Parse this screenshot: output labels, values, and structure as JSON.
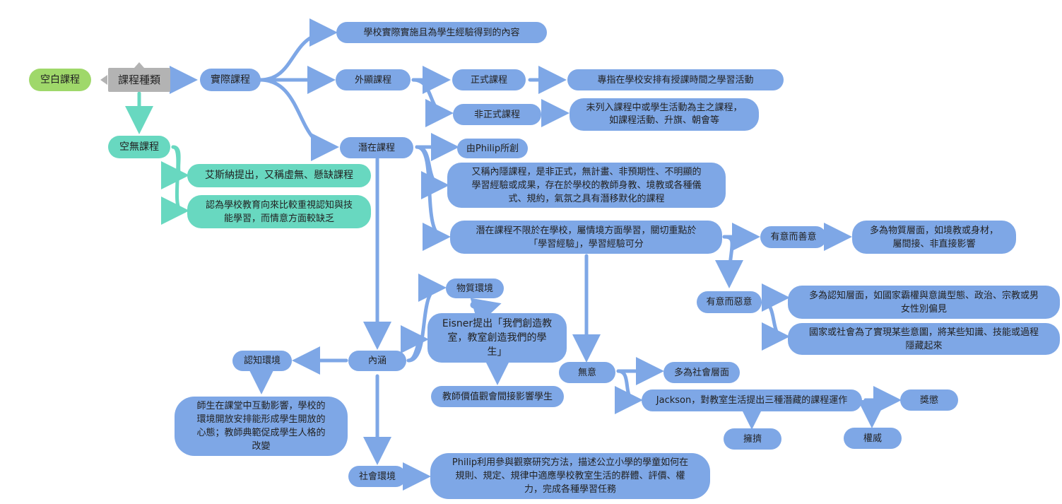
{
  "colors": {
    "blue_node": "#7ea7e6",
    "blue_link": "#7ea7e6",
    "teal_node": "#68d8c0",
    "teal_link": "#68d8c0",
    "green_node": "#9fd86a",
    "root_node": "#b3b3b3"
  },
  "nodes": {
    "root": "課程種類",
    "null_curr": "空白課程",
    "actual": "實際課程",
    "empty": "空無課程",
    "empty_1": "艾斯納提出，又稱虛無、懸缺課程",
    "empty_2": "認為學校教育向來比較重視認知與技能學習，而情意方面較缺乏",
    "actual_def": "學校實際實施且為學生經驗得到的內容",
    "explicit": "外顯課程",
    "formal": "正式課程",
    "formal_def": "專指在學校安排有授課時間之學習活動",
    "informal": "非正式課程",
    "informal_def_1": "未列入課程中或學生活動為主之課程，",
    "informal_def_2": "如課程活動、升旗、朝會等",
    "hidden": "潛在課程",
    "philip": "由Philip所創",
    "hidden_def_1": "又稱內隱課程，是非正式，無計畫、非預期性、不明顯的",
    "hidden_def_2": "學習經驗或成果，存在於學校的教師身教、境教或各種儀",
    "hidden_def_3": "式、規約，氣氛之具有潛移默化的課程",
    "hidden_scope_1": "潛在課程不限於在學校，屬情境方面學習，關切重點於",
    "hidden_scope_2": "「學習經驗」，學習經驗可分",
    "intent_good": "有意而善意",
    "intent_good_def_1": "多為物質層面，如境教或身材，",
    "intent_good_def_2": "屬間接、非直接影響",
    "intent_bad": "有意而惡意",
    "intent_bad_def1_1": "多為認知層面，如國家霸權與意識型態、政治、宗教或男",
    "intent_bad_def1_2": "女性別偏見",
    "intent_bad_def2_1": "國家或社會為了實現某些意圖，將某些知識、技能或過程",
    "intent_bad_def2_2": "隱藏起來",
    "unintended": "無意",
    "social_level": "多為社會層面",
    "jackson": "Jackson，對教室生活提出三種潛藏的課程運作",
    "reward": "獎懲",
    "authority": "權威",
    "crowd": "擁擠",
    "content": "內涵",
    "physical": "物質環境",
    "eisner_1": "Eisner提出「我們創造教",
    "eisner_2": "室，教室創造我們的學",
    "eisner_3": "生」",
    "teacher_value": "教師價值觀會間接影響學生",
    "cognitive": "認知環境",
    "cognitive_def_1": "師生在課堂中互動影響，學校的",
    "cognitive_def_2": "環境開放安排能形成學生開放的",
    "cognitive_def_3": "心態；教師典範促成學生人格的",
    "cognitive_def_4": "改變",
    "social_env": "社會環境",
    "social_def_1": "Philip利用參與觀察研究方法，描述公立小學的學童如何在",
    "social_def_2": "規則、規定、規律中適應學校教室生活的群體、評價、權",
    "social_def_3": "力，完成各種學習任務"
  }
}
